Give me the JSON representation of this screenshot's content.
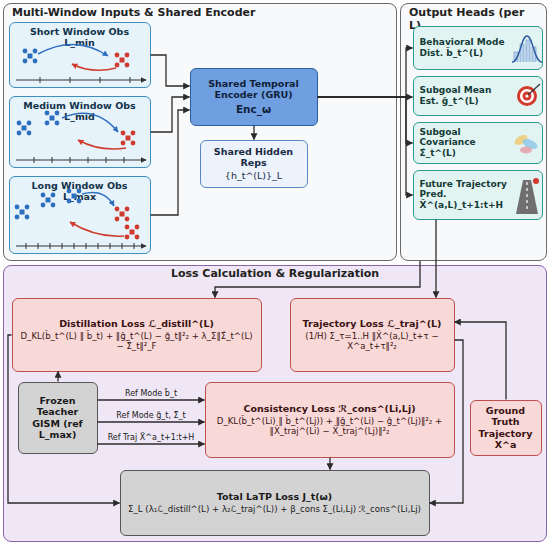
{
  "diagram": {
    "nodes": [
      {
        "text": [
          "Multi-Window Inputs & Shared Encoder"
        ]
      },
      {
        "text": [
          "Output Heads (per L)"
        ]
      },
      {
        "text": [
          "Loss Calculation & Regularization"
        ]
      },
      {
        "text": [
          "Short Window Obs L_min"
        ],
        "in": 0
      },
      {
        "text": [
          "Medium Window Obs L_mid"
        ],
        "in": 0
      },
      {
        "text": [
          "Long Window Obs L_max"
        ],
        "in": 0
      },
      {
        "text": [
          "Shared Temporal Encoder (GRU)",
          "Enc_ω"
        ],
        "in": 0
      },
      {
        "text": [
          "Shared Hidden Reps",
          "{h_t^(L)}_L"
        ],
        "in": 0
      },
      {
        "text": [
          "Behavioral Mode Dist. b̂_t^(L)"
        ],
        "in": 1
      },
      {
        "text": [
          "Subgoal Mean Est. ĝ_t^(L)"
        ],
        "in": 1
      },
      {
        "text": [
          "Subgoal Covariance Σ̂_t^(L)"
        ],
        "in": 1
      },
      {
        "text": [
          "Future Trajectory Pred. X̂^(a,L)_t+1:t+H"
        ],
        "in": 1
      },
      {
        "text": [
          "Distillation Loss ℒ_distill^(L)",
          "D_KL(b̂_t^(L) ‖ b̃_t) + ‖ĝ_t^(L) − g̃_t‖²₂ + λ_Σ‖Σ̂_t^(L) − Σ̃_t‖²_F"
        ],
        "in": 2
      },
      {
        "text": [
          "Trajectory Loss ℒ_traj^(L)",
          "(1/H) Σ_τ=1..H ‖X̂^(a,L)_t+τ − X^a_t+τ‖²₂"
        ],
        "in": 2
      },
      {
        "text": [
          "Frozen Teacher GISM (ref L_max)"
        ],
        "in": 2
      },
      {
        "text": [
          "Consistency Loss ℛ_cons^(Li,Lj)",
          "D_KL(b̂_t^(Li) ‖ b̂_t^(Lj)) + ‖ĝ_t^(Li) − ĝ_t^(Lj)‖²₂ + ‖X̂_traj^(Li) − X̂_traj^(Lj)‖²₂"
        ],
        "in": 2
      },
      {
        "text": [
          "Ground Truth Trajectory X^a"
        ],
        "in": 2
      },
      {
        "text": [
          "Total LaTP Loss J_t(ω)",
          "Σ_L (λ₁ℒ_distill^(L) + λ₂ℒ_traj^(L)) + β_cons Σ_(Li,Lj) ℛ_cons^(Li,Lj)"
        ],
        "in": 2
      }
    ],
    "edges": [
      {
        "from": 3,
        "to": 6,
        "arrow": "to"
      },
      {
        "from": 4,
        "to": 6,
        "arrow": "to"
      },
      {
        "from": 5,
        "to": 6,
        "arrow": "to"
      },
      {
        "from": 6,
        "to": 7,
        "arrow": "to"
      },
      {
        "from": 6,
        "to": 8,
        "arrow": "to"
      },
      {
        "from": 6,
        "to": 9,
        "arrow": "to"
      },
      {
        "from": 6,
        "to": 10,
        "arrow": "to"
      },
      {
        "from": 6,
        "to": 11,
        "arrow": "to"
      },
      {
        "from": 1,
        "to": 12,
        "arrow": "to"
      },
      {
        "from": 11,
        "to": 13,
        "arrow": "to"
      },
      {
        "from": 12,
        "to": 17,
        "arrow": "to"
      },
      {
        "from": 13,
        "to": 17,
        "arrow": "to"
      },
      {
        "from": 15,
        "to": 17,
        "arrow": "to"
      },
      {
        "from": 14,
        "to": 12,
        "arrow": "to"
      },
      {
        "from": 14,
        "to": 15,
        "label": "Ref Mode b̃_t",
        "arrow": "to"
      },
      {
        "from": 14,
        "to": 15,
        "label": "Ref Mode g̃_t, Σ̃_t",
        "arrow": "to"
      },
      {
        "from": 14,
        "to": 15,
        "label": "Ref Traj X̃^a_t+1:t+H",
        "arrow": "to"
      },
      {
        "from": 16,
        "to": 13,
        "arrow": "to"
      }
    ]
  }
}
